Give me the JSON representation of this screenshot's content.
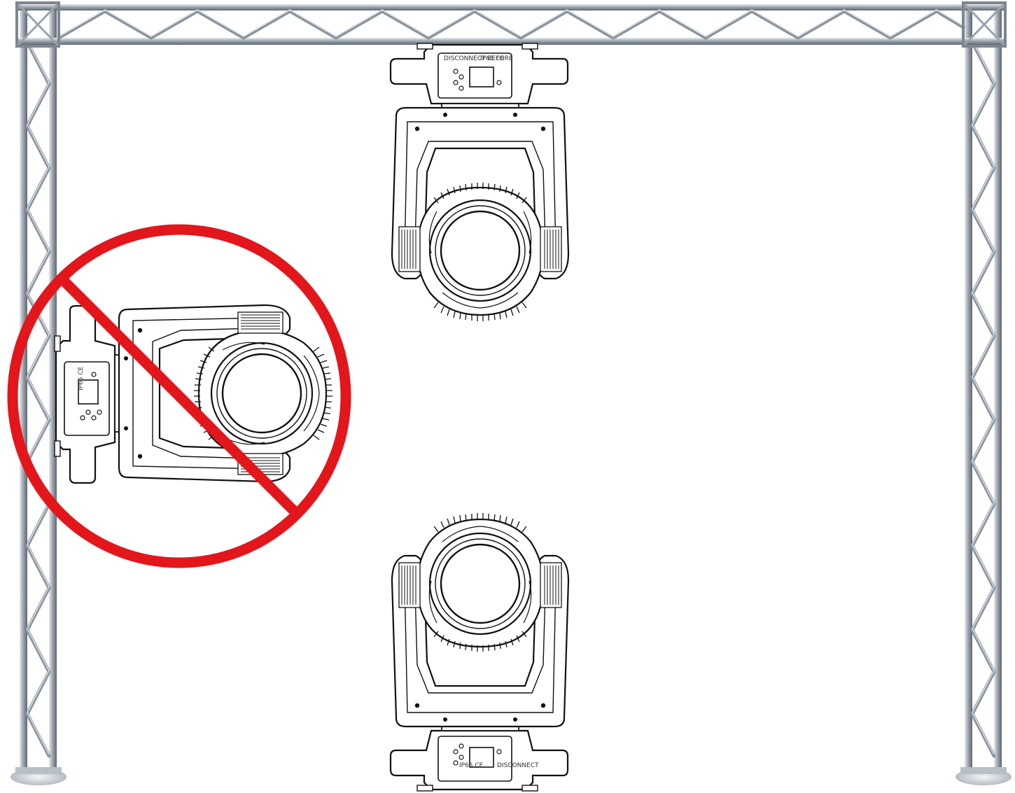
{
  "colors": {
    "truss_tube": "#9aa3ad",
    "truss_dark": "#5d6670",
    "truss_light": "#d9dee3",
    "fixture_line": "#111111",
    "prohibited_red": "#e3161b",
    "background": "#ffffff"
  },
  "fixtures": {
    "top": {
      "label_left": "DISCONNECT BEFORE",
      "label_right": "IP65 CE"
    },
    "bottom": {
      "label_left": "IP65 CE",
      "label_right": "DISCONNECT"
    },
    "sideways": {
      "label": "IP65 CE"
    }
  },
  "icons": {
    "prohibited": "prohibited-sign-icon"
  }
}
